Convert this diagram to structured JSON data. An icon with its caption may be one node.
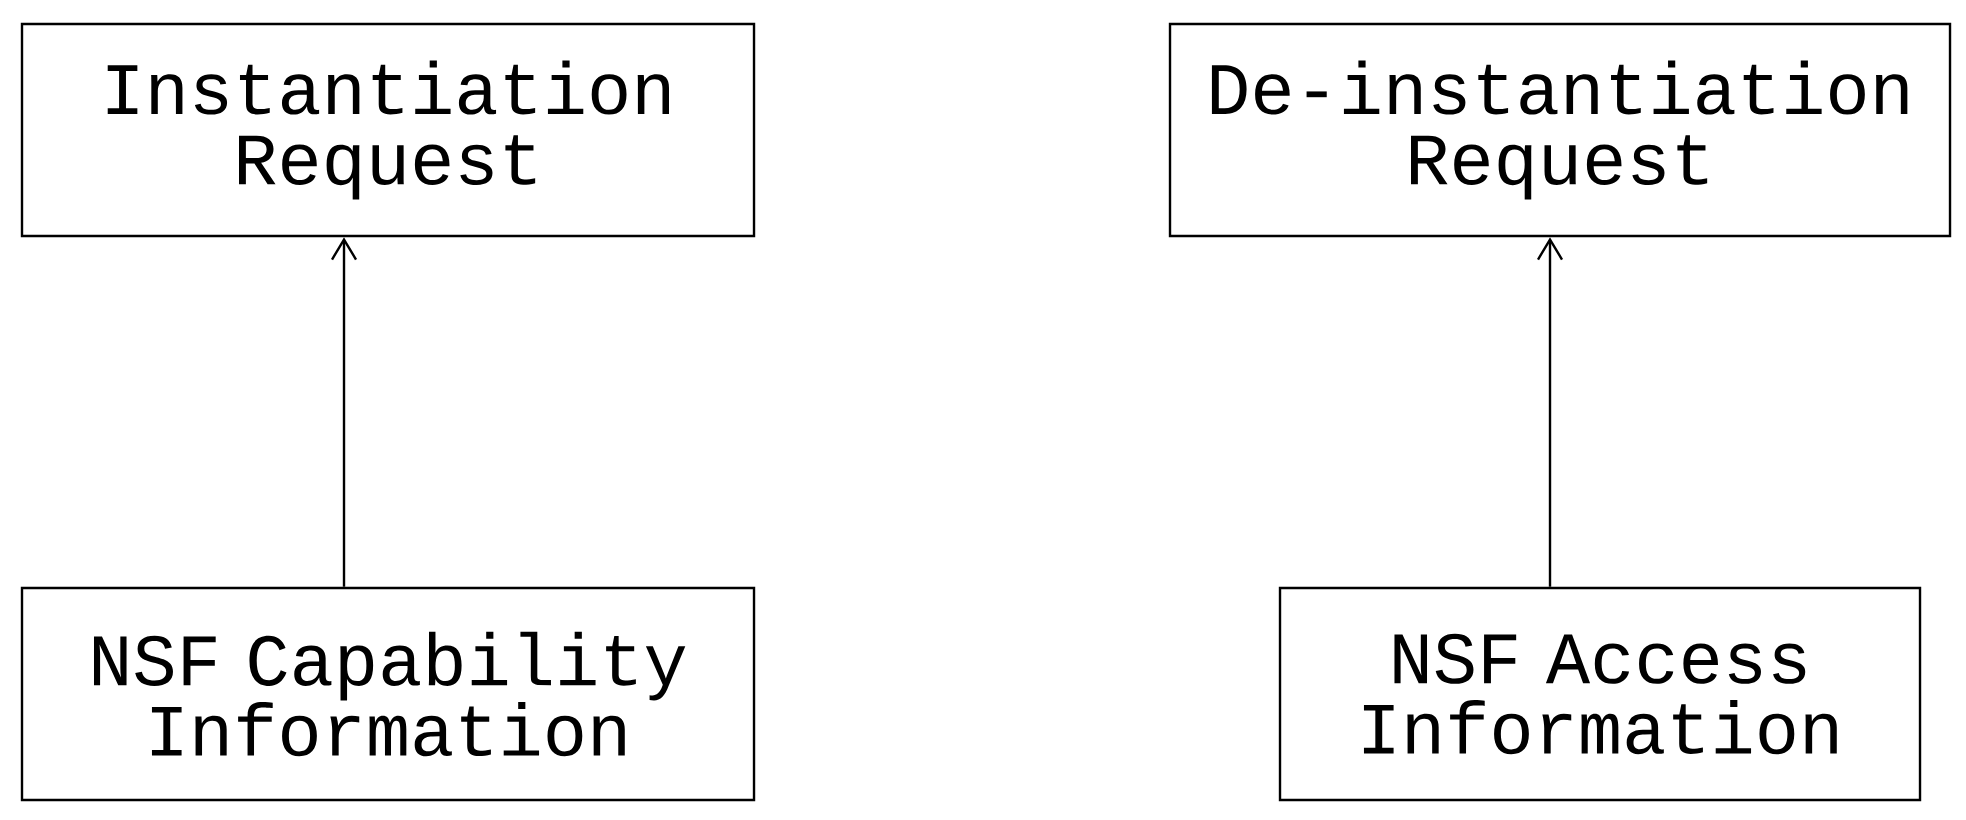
{
  "diagram": {
    "nodes": [
      {
        "text": [
          "Instantiation Request"
        ]
      },
      {
        "text": [
          "De-instantiation Request"
        ]
      },
      {
        "text": [
          "NSF Capability Information"
        ]
      },
      {
        "text": [
          "NSF Access Information"
        ]
      }
    ],
    "edges": [
      {
        "from": 2,
        "to": 0,
        "arrow": "to"
      },
      {
        "from": 3,
        "to": 1,
        "arrow": "to"
      }
    ]
  }
}
